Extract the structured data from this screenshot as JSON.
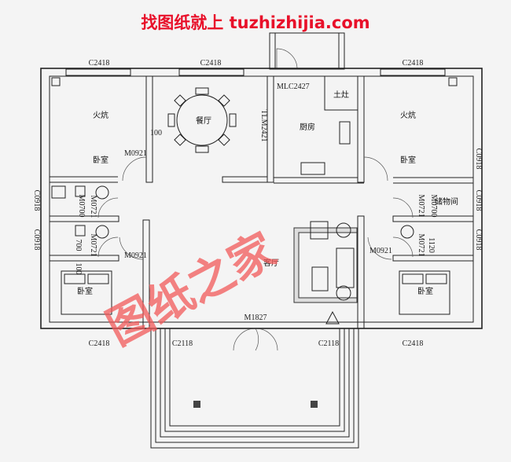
{
  "header": {
    "title": "找图纸就上 tuzhizhijia.com"
  },
  "watermark": "图纸之家",
  "rooms": {
    "bedroom_tl": "卧室",
    "kang_tl": "火炕",
    "dining": "餐厅",
    "kitchen": "厨房",
    "stove": "土灶",
    "bedroom_tr": "卧室",
    "kang_tr": "火炕",
    "storage": "储物间",
    "living": "客厅",
    "bedroom_bl": "卧室",
    "bedroom_br": "卧室"
  },
  "codes": {
    "win_top_left": "C2418",
    "win_top_mid": "C2418",
    "win_top_right": "C2418",
    "win_bottom_left": "C2418",
    "win_bottom_right": "C2418",
    "win_porch_left": "C2118",
    "win_porch_right": "C2118",
    "win_left_1": "C0918",
    "win_left_2": "C0918",
    "win_right_1": "C0918",
    "win_right_2": "C0918",
    "win_right_3": "C0918",
    "door_kitchen_back": "MLC2427",
    "door_kitchen_slide": "TLM2421",
    "door_bed_tl": "M0921",
    "door_bed_bl": "M0921",
    "door_bed_br": "M0921",
    "door_main": "M1827",
    "door_bath_l1": "M0721",
    "door_bath_l2": "M0721",
    "door_bath_r1": "M0721",
    "door_bath_r2": "M0721",
    "door_small_l": "M0700",
    "door_small_r": "M0700",
    "dim_100": "100",
    "dim_700": "700",
    "dim_1120": "1120",
    "dim_100b": "100"
  }
}
